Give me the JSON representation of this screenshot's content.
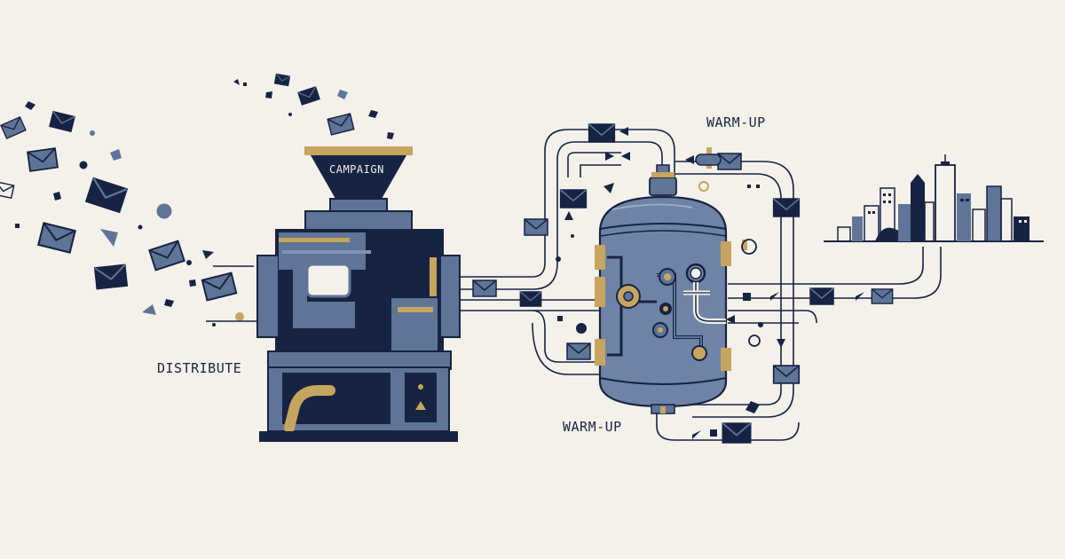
{
  "labels": {
    "campaign": "CAMPAIGN",
    "distribute": "DISTRIBUTE",
    "warmup_top": "WARM-UP",
    "warmup_bottom": "WARM-UP"
  },
  "palette": {
    "background": "#f3f1ea",
    "navy": "#172342",
    "slate": "#5f7497",
    "slate_light": "#7e92b2",
    "gold": "#c6a55e",
    "line": "#1b2440"
  },
  "icons": [
    "envelope-icon",
    "funnel-icon",
    "machine-icon",
    "tank-icon",
    "valve-icon",
    "city-skyline-icon",
    "pipe-icon"
  ]
}
